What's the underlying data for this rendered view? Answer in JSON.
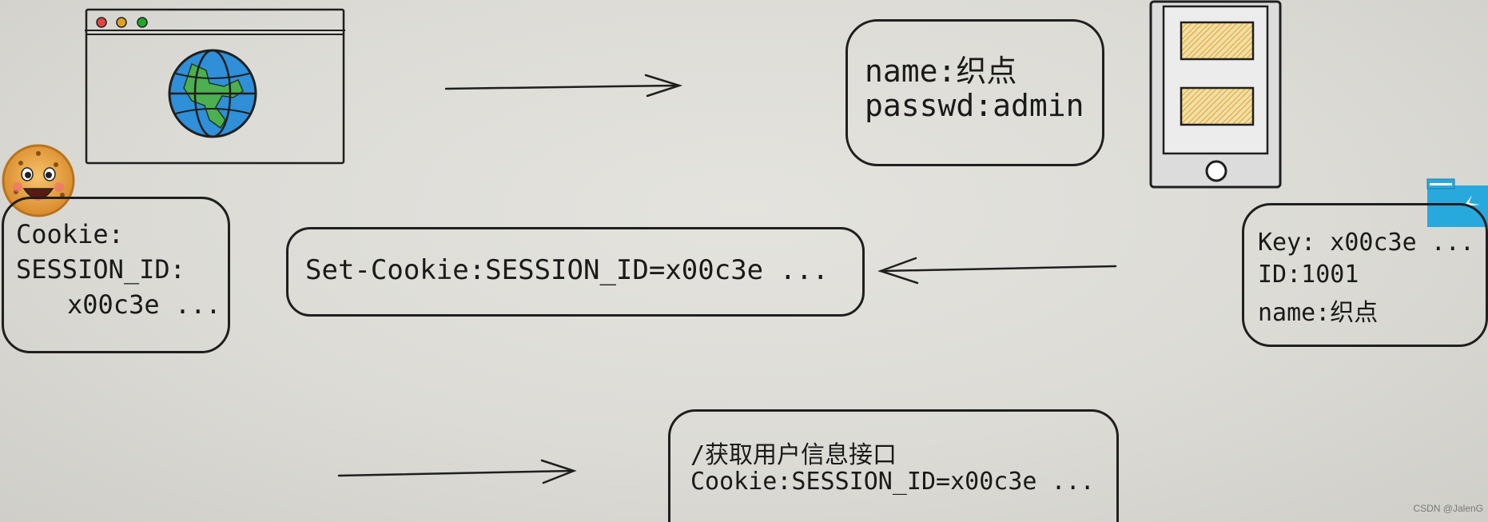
{
  "browser": {
    "icon": "globe-icon",
    "dot_colors": [
      "#e0443e",
      "#dea123",
      "#1aab29"
    ]
  },
  "cookie_mascot": {
    "icon": "cookie-face-icon"
  },
  "login_request_box": {
    "line1": "name:织点",
    "line2": "passwd:admin"
  },
  "phone_server": {
    "icon": "phone-server-icon"
  },
  "cookie_box": {
    "line1": "Cookie:",
    "line2": "SESSION_ID:",
    "line3": "x00c3e ..."
  },
  "set_cookie_box": {
    "text": "Set-Cookie:SESSION_ID=x00c3e ..."
  },
  "session_store_box": {
    "line1": "Key: x00c3e ...",
    "line2": "ID:1001",
    "line3": "name:织点"
  },
  "user_info_request_box": {
    "line1": "/获取用户信息接口",
    "line2": "Cookie:SESSION_ID=x00c3e ..."
  },
  "folder_badge": {
    "icon": "folder-icon",
    "color": "#28a9de"
  },
  "watermark": "CSDN @JalenG",
  "colors": {
    "stroke": "#1f1f1f",
    "globe_blue": "#2f8fd8",
    "globe_green": "#4caf50",
    "hatch": "#e6b84a"
  }
}
